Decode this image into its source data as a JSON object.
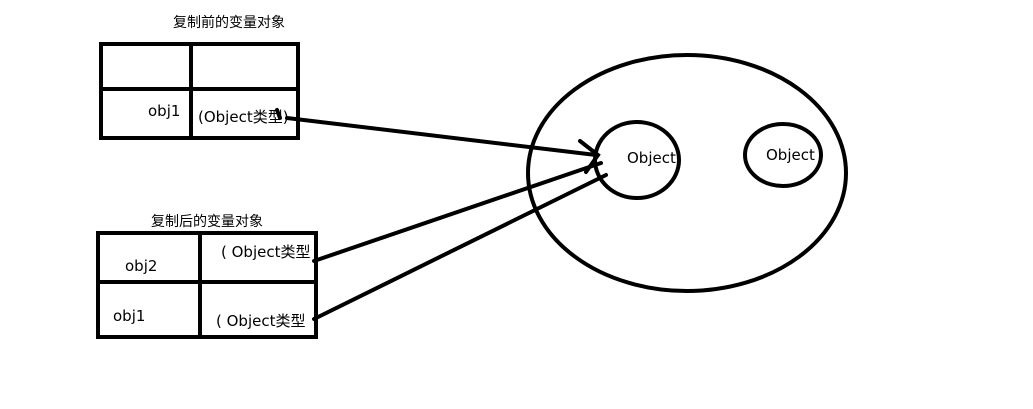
{
  "before": {
    "title": "复制前的变量对象",
    "var_name": "obj1",
    "value": "(Object类型)"
  },
  "after": {
    "title": "复制后的变量对象",
    "rows": [
      {
        "name": "obj2",
        "value": "( Object类型"
      },
      {
        "name": "obj1",
        "value": "( Object类型"
      }
    ]
  },
  "heap": {
    "objects": [
      "Object",
      "Object"
    ]
  },
  "colors": {
    "stroke": "#000000",
    "background": "#ffffff"
  }
}
